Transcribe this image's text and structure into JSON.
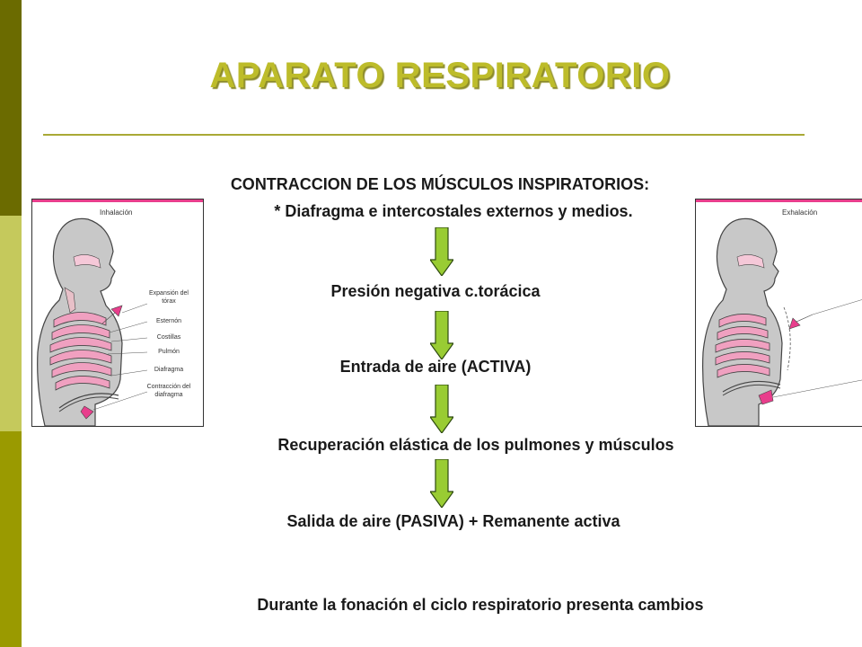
{
  "slide": {
    "title": "APARATO RESPIRATORIO",
    "heading": "CONTRACCION DE LOS MÚSCULOS INSPIRATORIOS:",
    "muscles": "* Diafragma e intercostales externos y medios.",
    "steps": [
      "Presión negativa c.torácica",
      "Entrada de aire (ACTIVA)",
      "Recuperación elástica de los pulmones y músculos",
      "Salida de aire (PASIVA) + Remanente activa"
    ],
    "footer": "Durante la fonación el ciclo respiratorio presenta cambios"
  },
  "figures": {
    "inhalation": {
      "title": "Inhalación",
      "labels": [
        "Expansión del tórax",
        "Esternón",
        "Costillas",
        "Pulmón",
        "Diafragma",
        "Contracción del diafragma"
      ]
    },
    "exhalation": {
      "title": "Exhalación"
    }
  },
  "colors": {
    "title": "#bdbc2a",
    "sidebar_dark": "#6b6b00",
    "sidebar_light": "#c5c95c",
    "sidebar_mid": "#9a9a00",
    "arrow_fill": "#99cc33",
    "rib_pink": "#f0a0c0",
    "pointer_magenta": "#e83e8c",
    "body_gray": "#c8c8c8"
  }
}
